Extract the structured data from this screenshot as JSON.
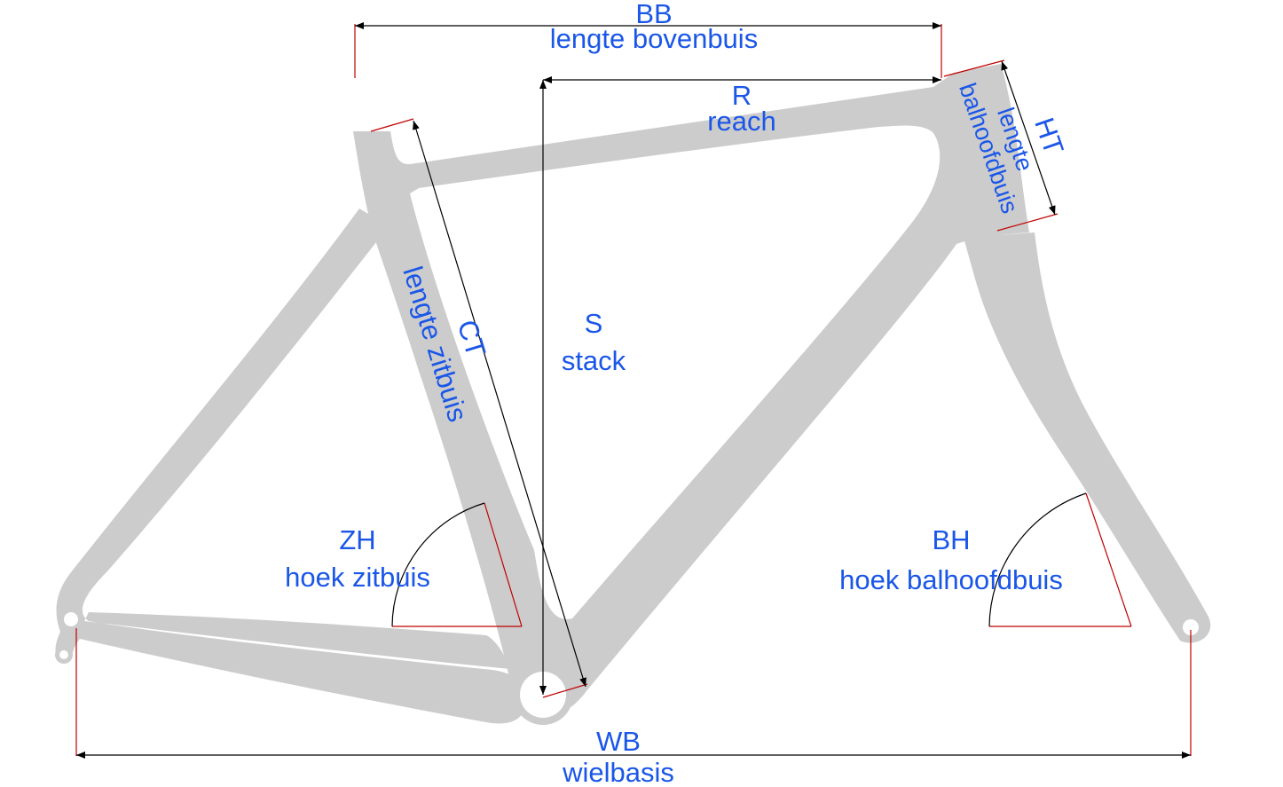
{
  "colors": {
    "frame": "#cccccc",
    "label": "#1a56e8",
    "dimension": "#000000",
    "reference": "#c00000",
    "background": "#ffffff"
  },
  "labels": {
    "bb_code": "BB",
    "bb_name": "lengte bovenbuis",
    "r_code": "R",
    "r_name": "reach",
    "ht_code": "HT",
    "ht_name_1": "lengte",
    "ht_name_2": "balhoofdbuis",
    "ct_code": "CT",
    "ct_name": "lengte zitbuis",
    "s_code": "S",
    "s_name": "stack",
    "zh_code": "ZH",
    "zh_name": "hoek zitbuis",
    "bh_code": "BH",
    "bh_name": "hoek balhoofdbuis",
    "wb_code": "WB",
    "wb_name": "wielbasis"
  }
}
